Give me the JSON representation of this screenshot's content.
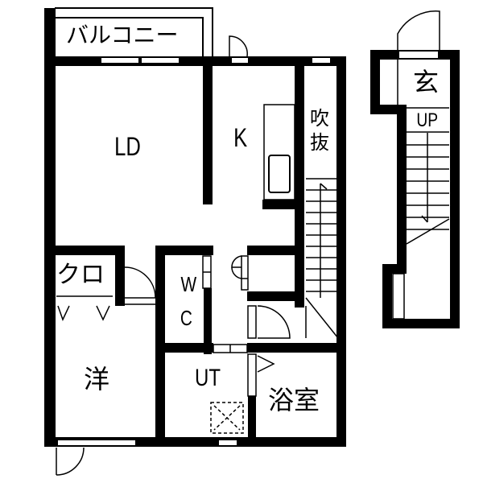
{
  "plan": {
    "type": "apartment-floor-plan",
    "stroke_color": "#000000",
    "background_color": "#ffffff",
    "rooms": [
      {
        "id": "balcony",
        "label": "バルコニー"
      },
      {
        "id": "ld",
        "label": "LD"
      },
      {
        "id": "kitchen",
        "label": "K"
      },
      {
        "id": "void",
        "label": "吹\n抜",
        "label_top": "吹",
        "label_bottom": "抜"
      },
      {
        "id": "closet",
        "label": "クロ"
      },
      {
        "id": "wc",
        "label_top": "W",
        "label_bottom": "C"
      },
      {
        "id": "western",
        "label": "洋"
      },
      {
        "id": "utility",
        "label": "UT"
      },
      {
        "id": "bath",
        "label": "浴室"
      },
      {
        "id": "entrance",
        "label": "玄"
      },
      {
        "id": "stairs",
        "label": "UP"
      }
    ]
  }
}
